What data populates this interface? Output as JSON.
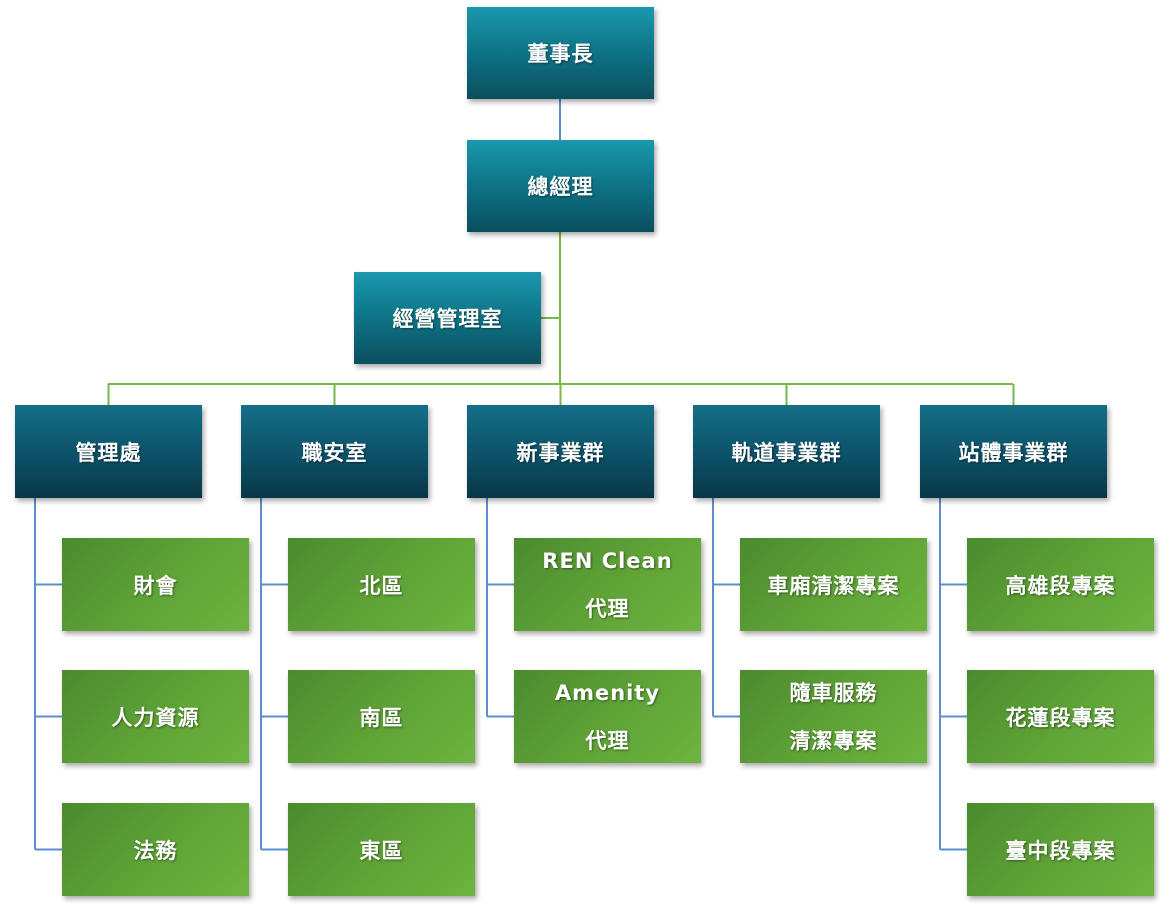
{
  "org": {
    "chairman": "董事長",
    "gm": "總經理",
    "office": "經營管理室",
    "divisions": [
      {
        "label": "管理處",
        "children": [
          [
            "財會"
          ],
          [
            "人力資源"
          ],
          [
            "法務"
          ]
        ]
      },
      {
        "label": "職安室",
        "children": [
          [
            "北區"
          ],
          [
            "南區"
          ],
          [
            "東區"
          ]
        ]
      },
      {
        "label": "新事業群",
        "children": [
          [
            "REN Clean",
            "代理"
          ],
          [
            "Amenity",
            "代理"
          ]
        ]
      },
      {
        "label": "軌道事業群",
        "children": [
          [
            "車廂清潔專案"
          ],
          [
            "隨車服務",
            "清潔專案"
          ]
        ]
      },
      {
        "label": "站體事業群",
        "children": [
          [
            "高雄段專案"
          ],
          [
            "花蓮段專案"
          ],
          [
            "臺中段專案"
          ]
        ]
      }
    ]
  },
  "colors": {
    "top_box": "#0e7386",
    "division_box": "#0d5168",
    "leaf_box": "#5ea236",
    "connector_green": "#7ab648",
    "connector_blue": "#5b8fd1"
  }
}
